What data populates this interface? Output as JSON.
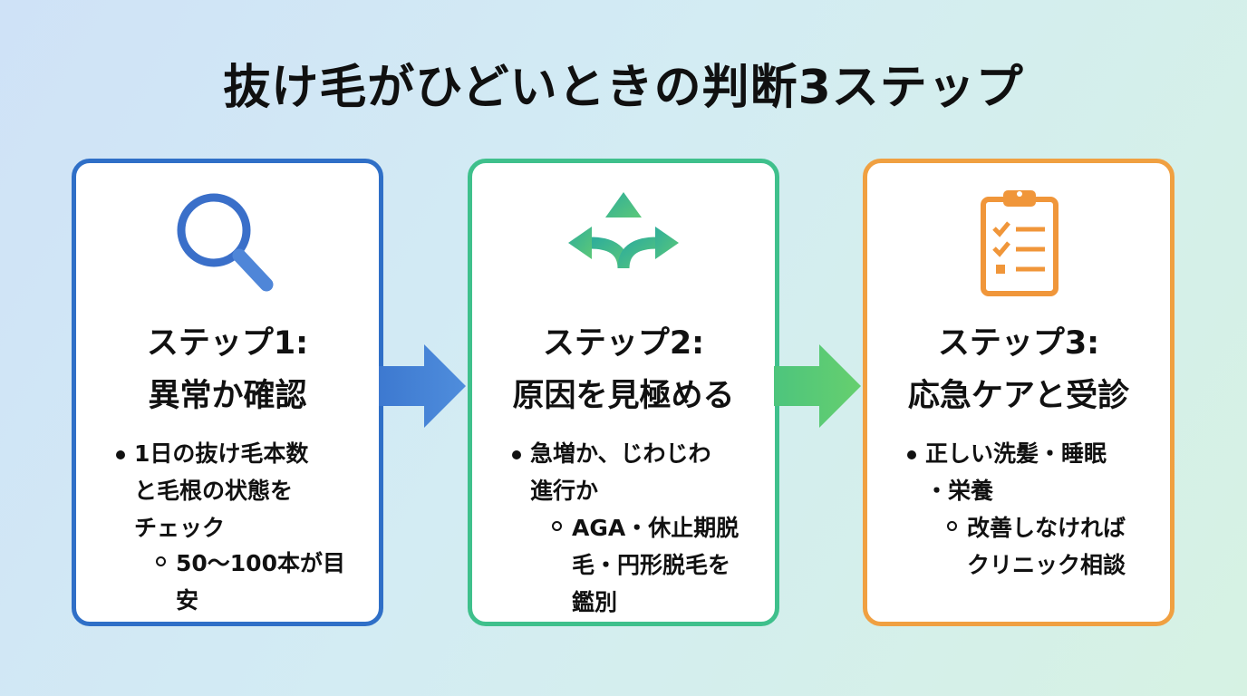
{
  "title": "抜け毛がひどいときの判断3ステップ",
  "steps": [
    {
      "icon": "magnifier-icon",
      "heading_1": "ステップ1:",
      "heading_2": "異常か確認",
      "bullet_lines": [
        "1日の抜け毛本数",
        "と毛根の状態を",
        "チェック"
      ],
      "sub_lines": [
        "50〜100本が目",
        "安"
      ]
    },
    {
      "icon": "branching-arrows-icon",
      "heading_1": "ステップ2:",
      "heading_2": "原因を見極める",
      "bullet_lines": [
        "急増か、じわじわ",
        "進行か"
      ],
      "sub_lines": [
        "AGA・休止期脱",
        "毛・円形脱毛を",
        "鑑別"
      ]
    },
    {
      "icon": "clipboard-checklist-icon",
      "heading_1": "ステップ3:",
      "heading_2": "応急ケアと受診",
      "bullet_lines": [
        "正しい洗髪・睡眠",
        "・栄養"
      ],
      "sub_lines": [
        "改善しなければ",
        "クリニック相談"
      ]
    }
  ],
  "colors": {
    "step1": "#2f6fc7",
    "step2": "#3fc08c",
    "step3": "#f0a041"
  }
}
